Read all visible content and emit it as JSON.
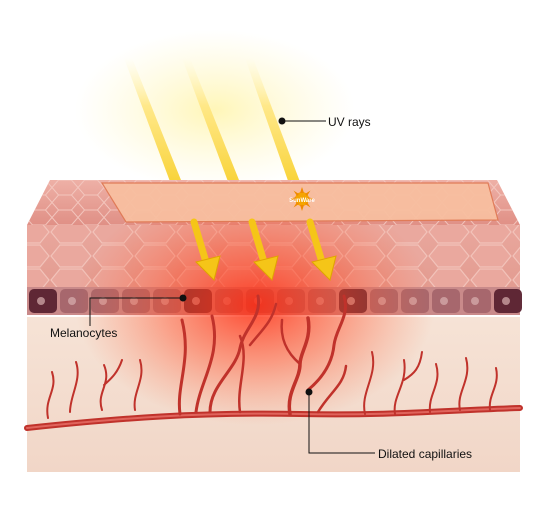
{
  "labels": {
    "uv_rays": "UV rays",
    "melanocytes": "Melanocytes",
    "dilated_capillaries": "Dilated capillaries"
  },
  "patch": {
    "brand_text": "SunWare"
  },
  "colors": {
    "ray_yellow": "#f7d23a",
    "arrow_yellow": "#f5c518",
    "arrow_stroke": "#e0a400",
    "skin_top": "#e79a92",
    "epidermis": "#e7a197",
    "dermis": "#f4ddd0",
    "melanocyte_dark": "#5a2230",
    "melanocyte_mid": "#8a4a55",
    "vessel": "#c0322b",
    "inflammation": "#ff3a1a",
    "patch_fill": "#f8bfa0",
    "patch_stroke": "#e07a55",
    "leader_line": "#111111"
  },
  "icons": {
    "sun": "sun-icon"
  }
}
